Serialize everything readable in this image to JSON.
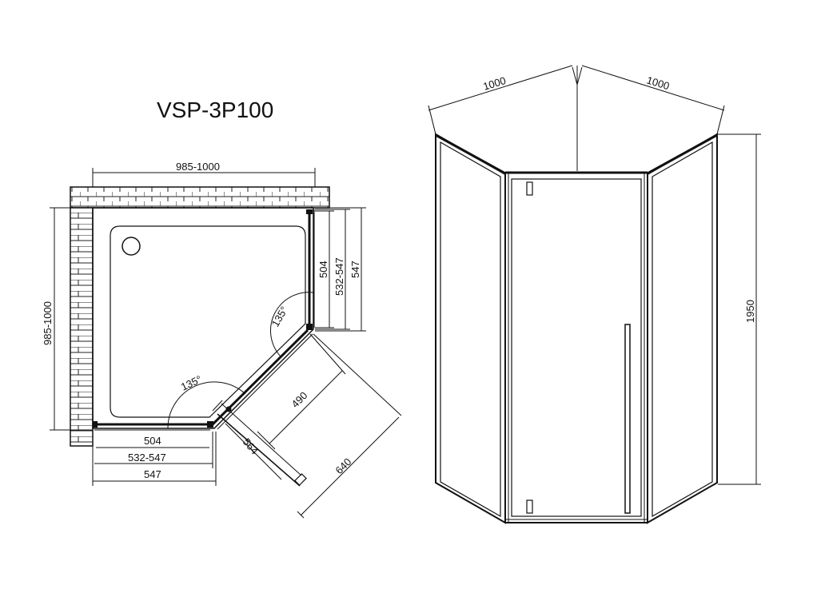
{
  "title": "VSP-3P100",
  "plan": {
    "width_range": "985-1000",
    "depth_range": "985-1000",
    "side_504": "504",
    "side_532_547": "532-547",
    "side_547": "547",
    "bottom_504": "504",
    "bottom_532_547": "532-547",
    "bottom_547": "547",
    "angle_right": "135°",
    "angle_left": "135°",
    "door_490": "490",
    "door_564": "564",
    "door_640": "640"
  },
  "elevation": {
    "width_left": "1000",
    "width_right": "1000",
    "height": "1950"
  }
}
